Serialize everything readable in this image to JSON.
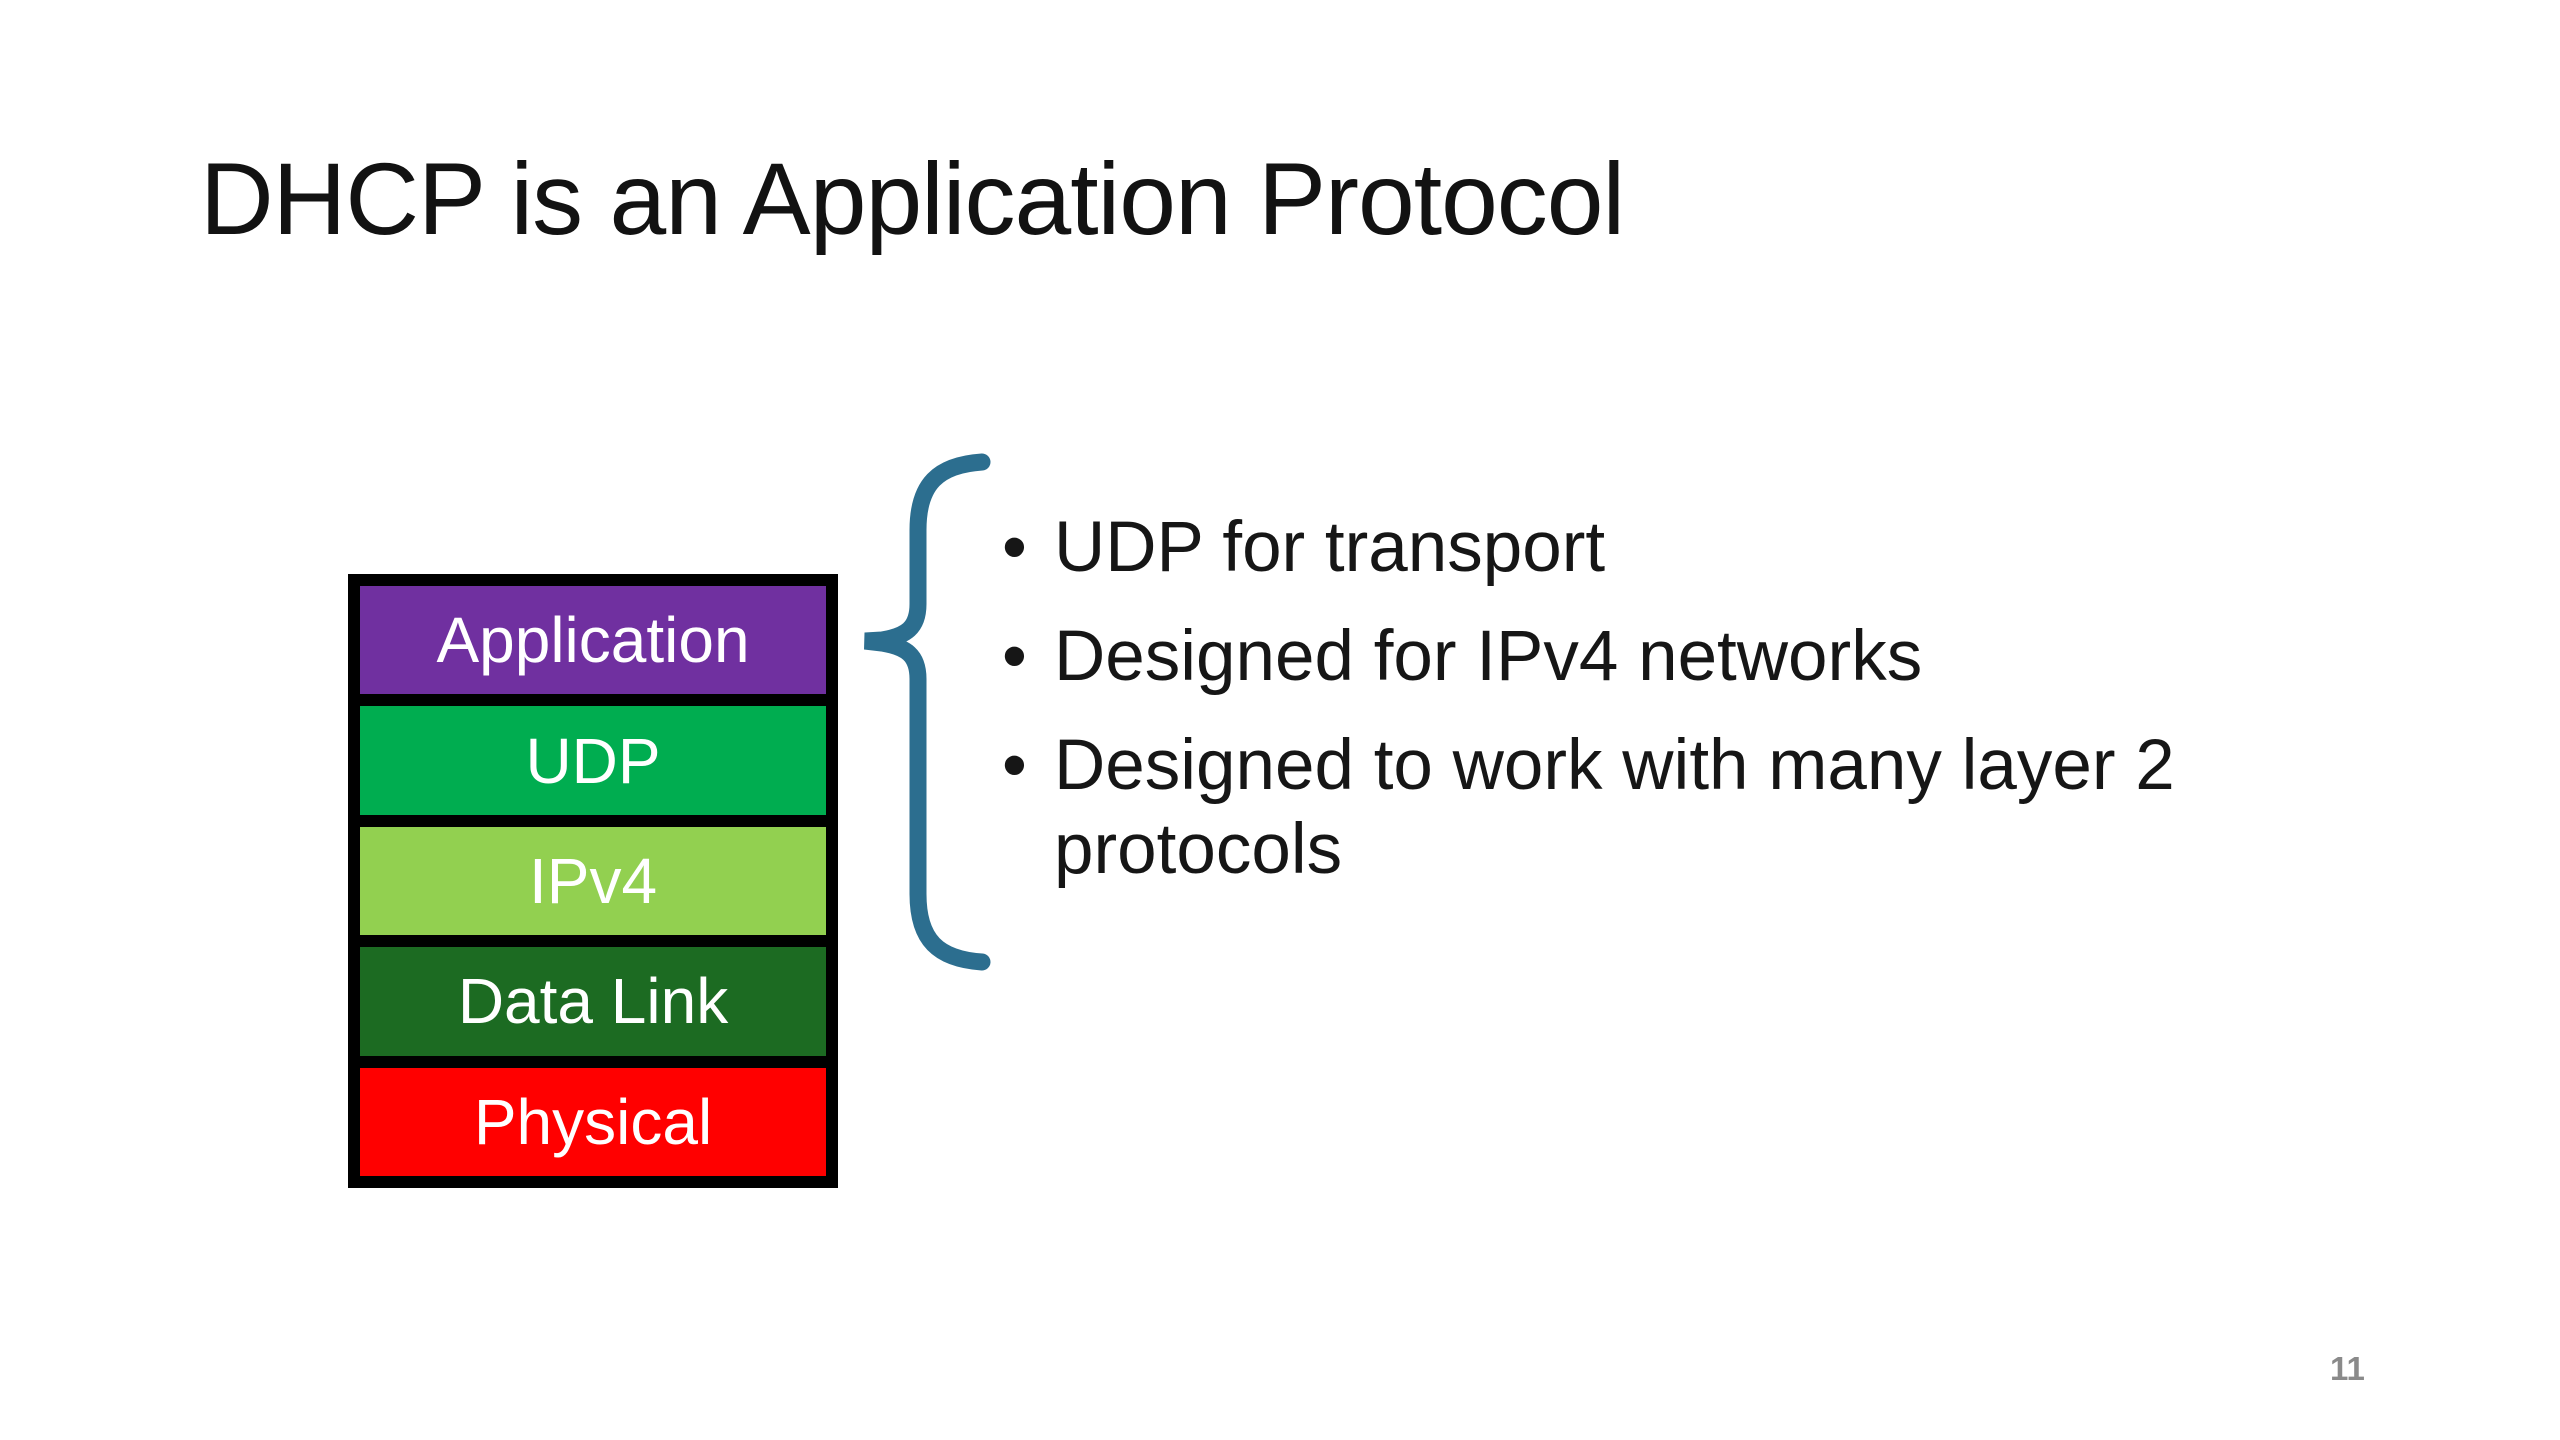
{
  "slide": {
    "title": "DHCP is an Application Protocol",
    "page_number": "11"
  },
  "stack": {
    "border_color": "#000000",
    "text_color": "#FFFFFF",
    "layers": [
      {
        "label": "Application",
        "color": "#7030A0"
      },
      {
        "label": "UDP",
        "color": "#00AD50"
      },
      {
        "label": "IPv4",
        "color": "#92D050"
      },
      {
        "label": "Data Link",
        "color": "#1C6B22"
      },
      {
        "label": "Physical",
        "color": "#FF0000"
      }
    ]
  },
  "brace": {
    "color": "#2C6E8F"
  },
  "bullets": {
    "items": [
      "UDP for transport",
      "Designed for IPv4 networks",
      "Designed to work with many layer 2 protocols"
    ]
  }
}
